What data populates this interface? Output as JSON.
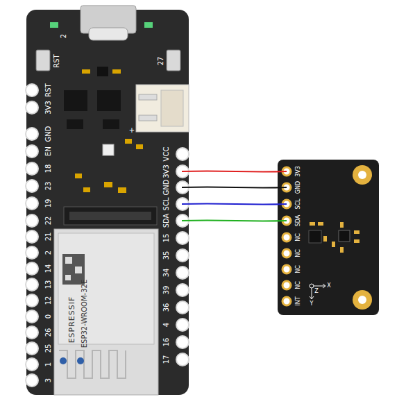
{
  "diagram": {
    "labels": [
      "2",
      "RST",
      "27",
      "+",
      "RST",
      "3V3",
      "GND",
      "EN",
      "18",
      "23",
      "19",
      "22",
      "21",
      "2",
      "14",
      "13",
      "12",
      "0",
      "26",
      "25",
      "1",
      "3",
      "VCC",
      "3V3",
      "GND",
      "SCL",
      "SDA",
      "15",
      "35",
      "34",
      "39",
      "36",
      "4",
      "16",
      "17",
      "ESP32-WROOM-32E",
      "ESPRESSIF",
      "3V3",
      "GND",
      "SCL",
      "SDA",
      "NC",
      "NC",
      "NC",
      "NC",
      "INT",
      "X",
      "Y",
      "Z"
    ]
  }
}
